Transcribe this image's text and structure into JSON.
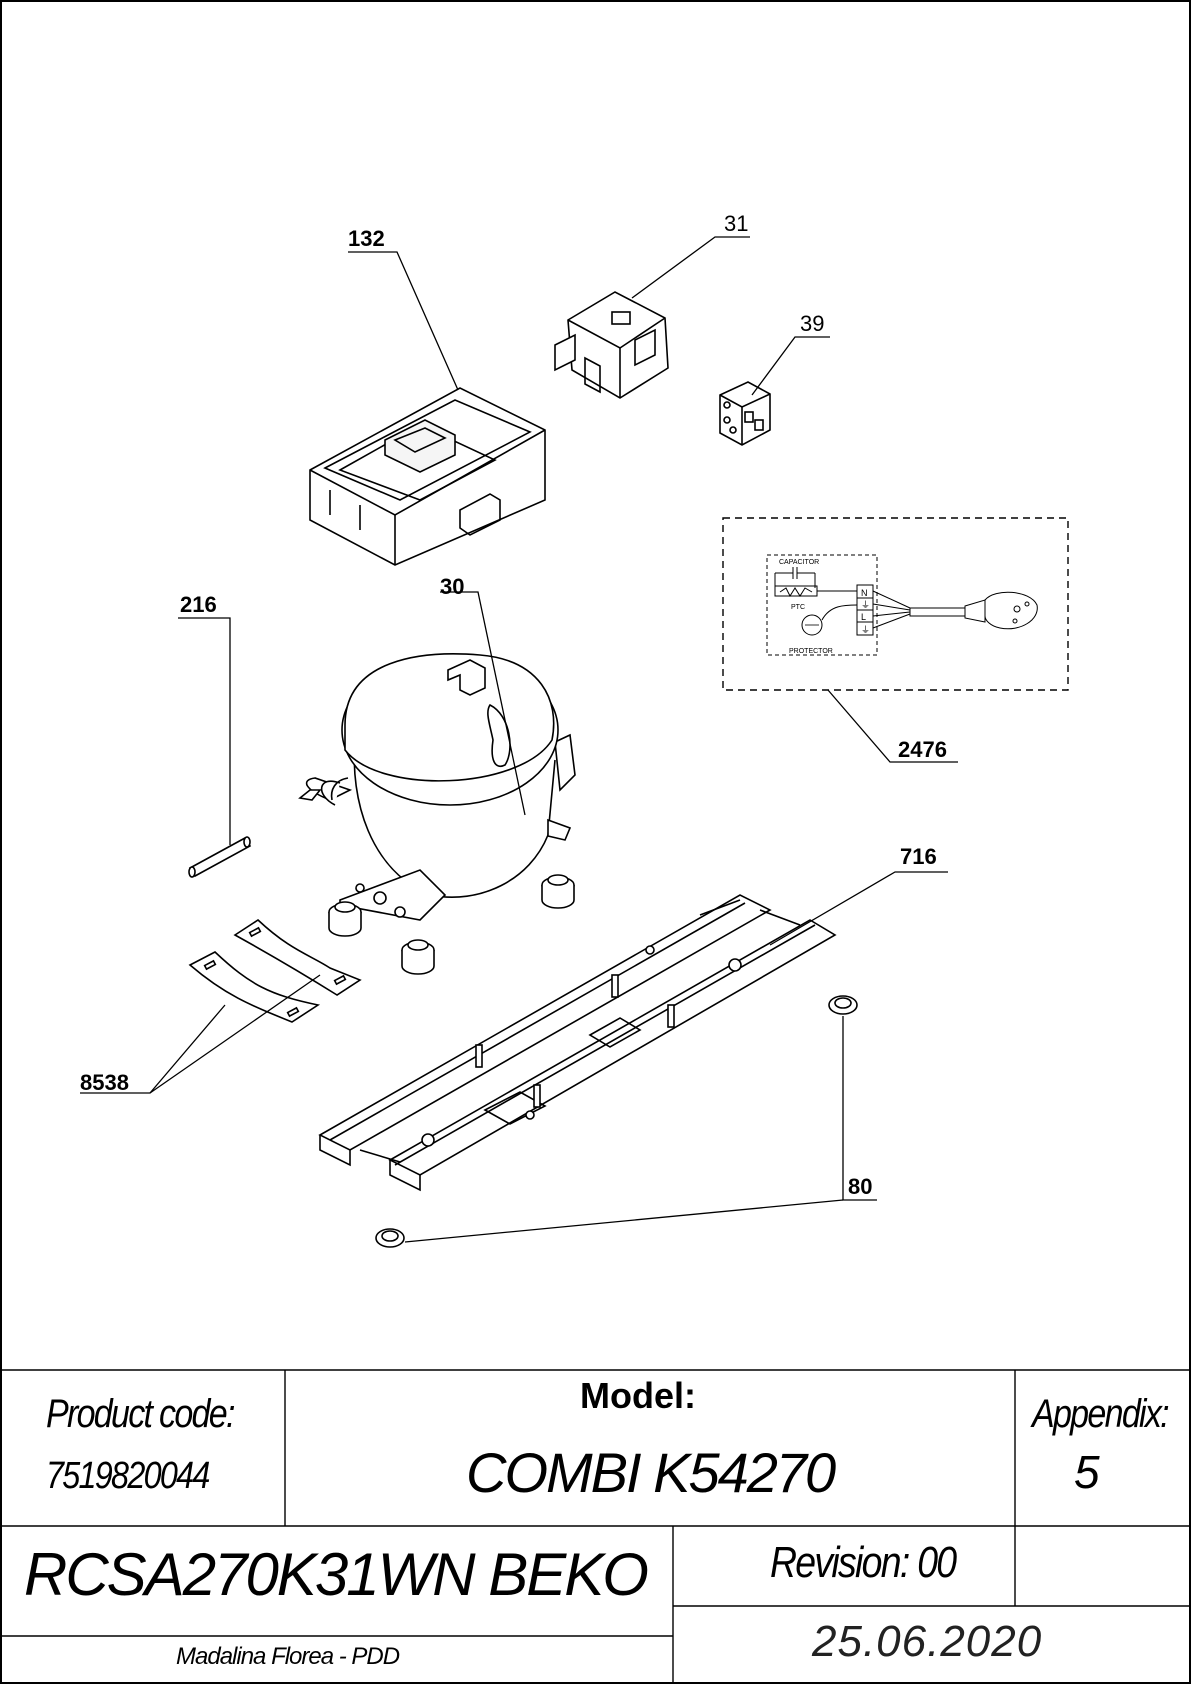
{
  "callouts": {
    "c132": "132",
    "c31": "31",
    "c39": "39",
    "c216": "216",
    "c30": "30",
    "c2476": "2476",
    "c716": "716",
    "c8538": "8538",
    "c80": "80"
  },
  "wiring": {
    "capacitor": "CAPACITOR",
    "ptc": "PTC",
    "protector": "PROTECTOR",
    "terminals": [
      "N",
      "⏚",
      "L",
      "⏚"
    ]
  },
  "title_block": {
    "product_code_label": "Product code:",
    "product_code": "7519820044",
    "model_label": "Model:",
    "model": "COMBI K54270",
    "appendix_label": "Appendix:",
    "appendix": "5",
    "product_name": "RCSA270K31WN BEKO",
    "revision": "Revision: 00",
    "author": "Madalina Florea - PDD",
    "date": "25.06.2020"
  }
}
